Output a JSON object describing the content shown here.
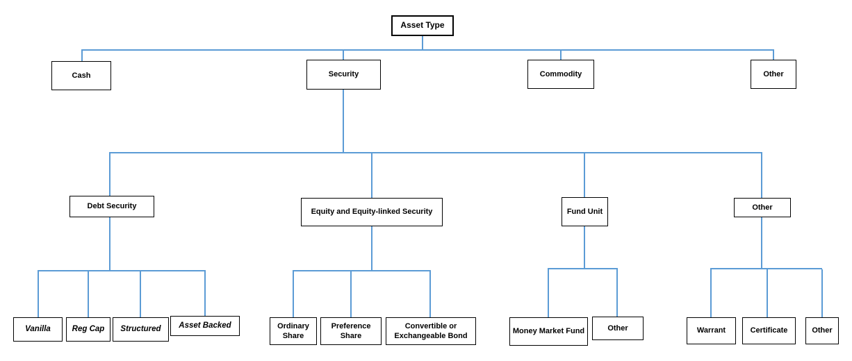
{
  "diagram": {
    "type": "hierarchy-tree",
    "title": "Asset Type",
    "colors": {
      "connector": "#5b9bd5",
      "node_border": "#000000",
      "node_fill": "#ffffff",
      "text": "#000000",
      "background": "#ffffff"
    },
    "tree": {
      "label": "Asset Type",
      "children": [
        {
          "label": "Cash",
          "children": []
        },
        {
          "label": "Security",
          "children": [
            {
              "label": "Debt Security",
              "children": [
                {
                  "label": "Vanilla"
                },
                {
                  "label": "Reg Cap"
                },
                {
                  "label": "Structured"
                },
                {
                  "label": "Asset Backed"
                }
              ]
            },
            {
              "label": "Equity and Equity-linked Security",
              "children": [
                {
                  "label": "Ordinary Share"
                },
                {
                  "label": "Preference Share"
                },
                {
                  "label": "Convertible or Exchangeable Bond"
                }
              ]
            },
            {
              "label": "Fund Unit",
              "children": [
                {
                  "label": "Money Market Fund"
                },
                {
                  "label": "Other"
                }
              ]
            },
            {
              "label": "Other",
              "children": [
                {
                  "label": "Warrant"
                },
                {
                  "label": "Certificate"
                },
                {
                  "label": "Other"
                }
              ]
            }
          ]
        },
        {
          "label": "Commodity",
          "children": []
        },
        {
          "label": "Other",
          "children": []
        }
      ]
    }
  }
}
